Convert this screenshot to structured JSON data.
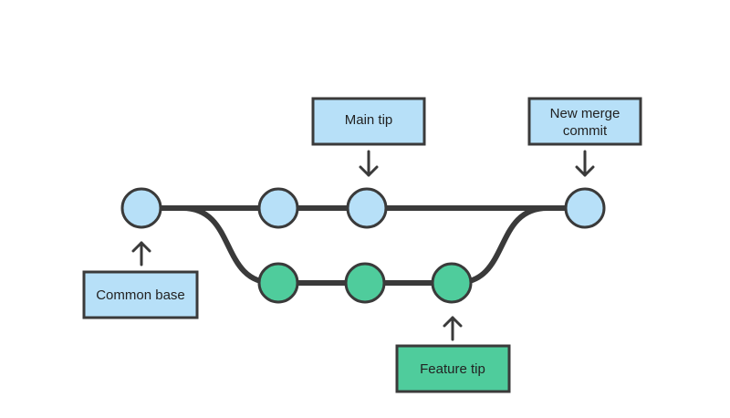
{
  "colors": {
    "line": "#3a3a3a",
    "main_commit": "#b7e0f8",
    "feature_commit": "#4fcc9c",
    "main_label_fill": "#b7e0f8",
    "feature_label_fill": "#4fcc9c",
    "stroke": "#3a3a3a"
  },
  "labels": {
    "main_tip": "Main tip",
    "new_merge_commit_line1": "New merge",
    "new_merge_commit_line2": "commit",
    "common_base": "Common base",
    "feature_tip": "Feature tip"
  },
  "commits": {
    "main": 4,
    "feature": 3
  }
}
